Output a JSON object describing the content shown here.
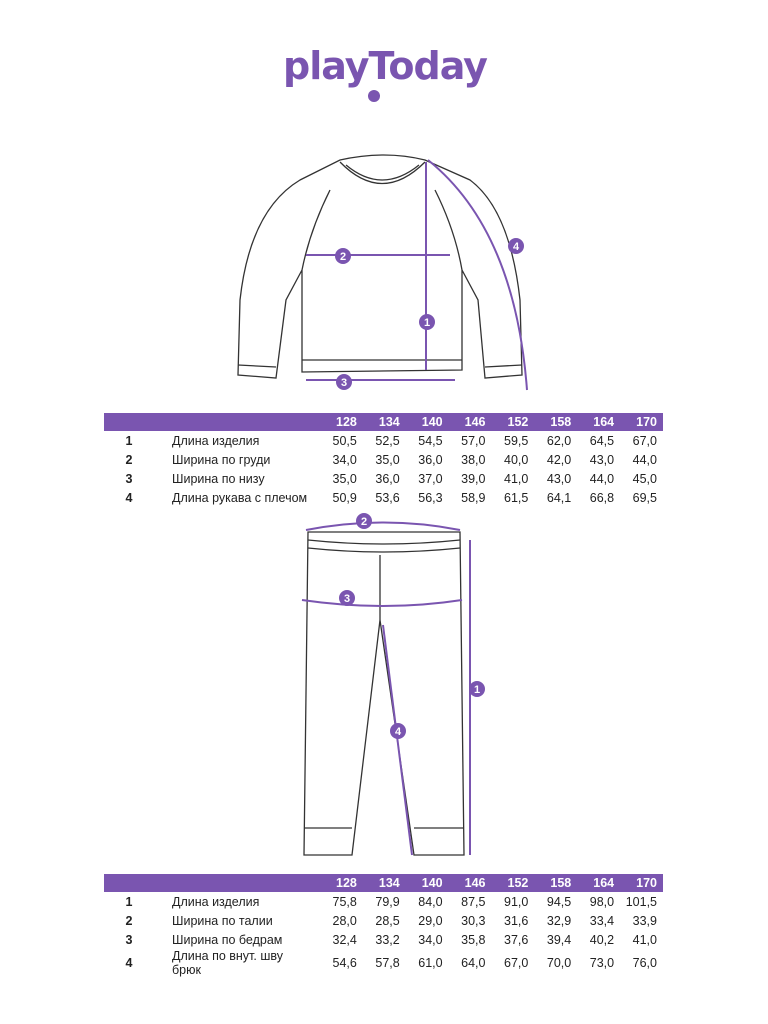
{
  "brand": {
    "logo_text": "playToday"
  },
  "colors": {
    "accent": "#7a55b0"
  },
  "top": {
    "sizes": [
      "128",
      "134",
      "140",
      "146",
      "152",
      "158",
      "164",
      "170"
    ],
    "markers": [
      "1",
      "2",
      "3",
      "4"
    ],
    "rows": [
      {
        "num": "1",
        "label": "Длина изделия",
        "values": [
          "50,5",
          "52,5",
          "54,5",
          "57,0",
          "59,5",
          "62,0",
          "64,5",
          "67,0"
        ]
      },
      {
        "num": "2",
        "label": "Ширина по груди",
        "values": [
          "34,0",
          "35,0",
          "36,0",
          "38,0",
          "40,0",
          "42,0",
          "43,0",
          "44,0"
        ]
      },
      {
        "num": "3",
        "label": "Ширина по низу",
        "values": [
          "35,0",
          "36,0",
          "37,0",
          "39,0",
          "41,0",
          "43,0",
          "44,0",
          "45,0"
        ]
      },
      {
        "num": "4",
        "label": "Длина рукава с плечом",
        "values": [
          "50,9",
          "53,6",
          "56,3",
          "58,9",
          "61,5",
          "64,1",
          "66,8",
          "69,5"
        ]
      }
    ]
  },
  "bottom": {
    "sizes": [
      "128",
      "134",
      "140",
      "146",
      "152",
      "158",
      "164",
      "170"
    ],
    "markers": [
      "1",
      "2",
      "3",
      "4"
    ],
    "rows": [
      {
        "num": "1",
        "label": "Длина изделия",
        "values": [
          "75,8",
          "79,9",
          "84,0",
          "87,5",
          "91,0",
          "94,5",
          "98,0",
          "101,5"
        ]
      },
      {
        "num": "2",
        "label": "Ширина по талии",
        "values": [
          "28,0",
          "28,5",
          "29,0",
          "30,3",
          "31,6",
          "32,9",
          "33,4",
          "33,9"
        ]
      },
      {
        "num": "3",
        "label": "Ширина по бедрам",
        "values": [
          "32,4",
          "33,2",
          "34,0",
          "35,8",
          "37,6",
          "39,4",
          "40,2",
          "41,0"
        ]
      },
      {
        "num": "4",
        "label": "Длина по внут. шву брюк",
        "values": [
          "54,6",
          "57,8",
          "61,0",
          "64,0",
          "67,0",
          "70,0",
          "73,0",
          "76,0"
        ]
      }
    ]
  }
}
